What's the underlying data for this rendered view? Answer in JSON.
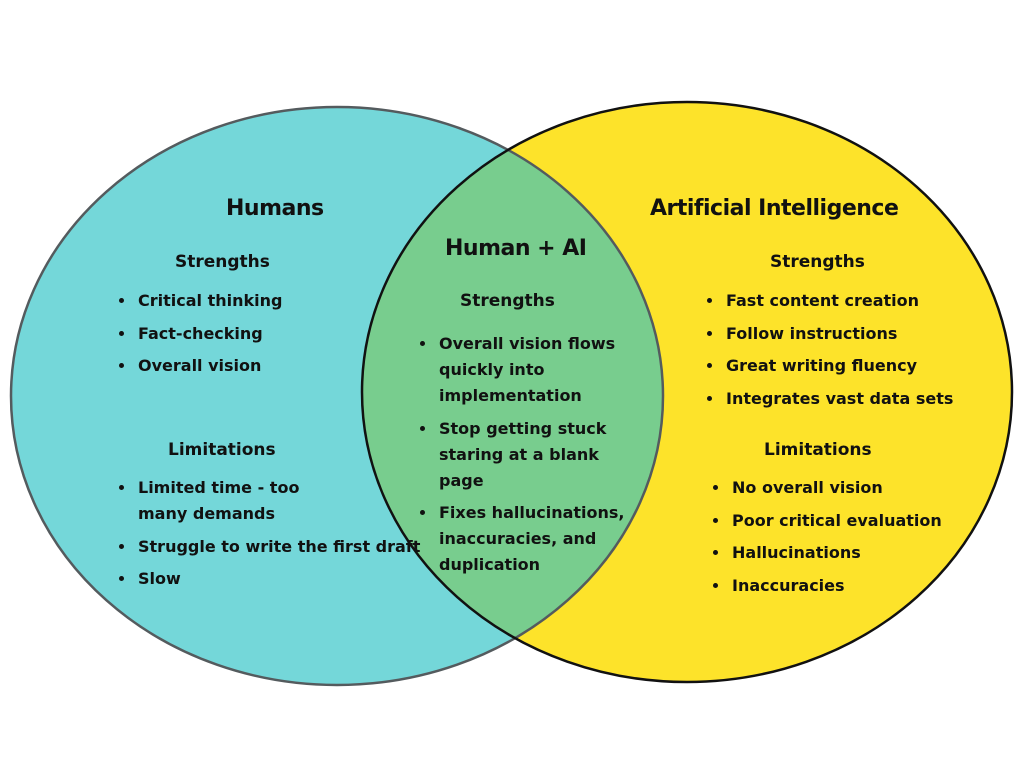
{
  "colors": {
    "humans_fill": "#74d7d9",
    "ai_fill": "#fde32a",
    "overlap_fill": "#78cd8e",
    "humans_stroke": "#545b5e",
    "ai_stroke": "#111111"
  },
  "humans": {
    "title": "Humans",
    "strengths_label": "Strengths",
    "strengths": [
      "Critical thinking",
      "Fact-checking",
      "Overall vision"
    ],
    "limitations_label": "Limitations",
    "limitations": [
      "Limited  time  -  too many demands",
      "Struggle to write the first draft",
      "Slow"
    ]
  },
  "overlap": {
    "title": "Human + AI",
    "strengths_label": "Strengths",
    "strengths": [
      "Overall vision flows quickly into implementation",
      "Stop getting stuck staring at a blank page",
      "Fixes hallucinations, inaccuracies, and duplication"
    ]
  },
  "ai": {
    "title": "Artificial Intelligence",
    "strengths_label": "Strengths",
    "strengths": [
      "Fast content creation",
      "Follow instructions",
      "Great writing fluency",
      "Integrates vast data sets"
    ],
    "limitations_label": "Limitations",
    "limitations": [
      "No overall vision",
      "Poor critical evaluation",
      "Hallucinations",
      "Inaccuracies"
    ]
  }
}
